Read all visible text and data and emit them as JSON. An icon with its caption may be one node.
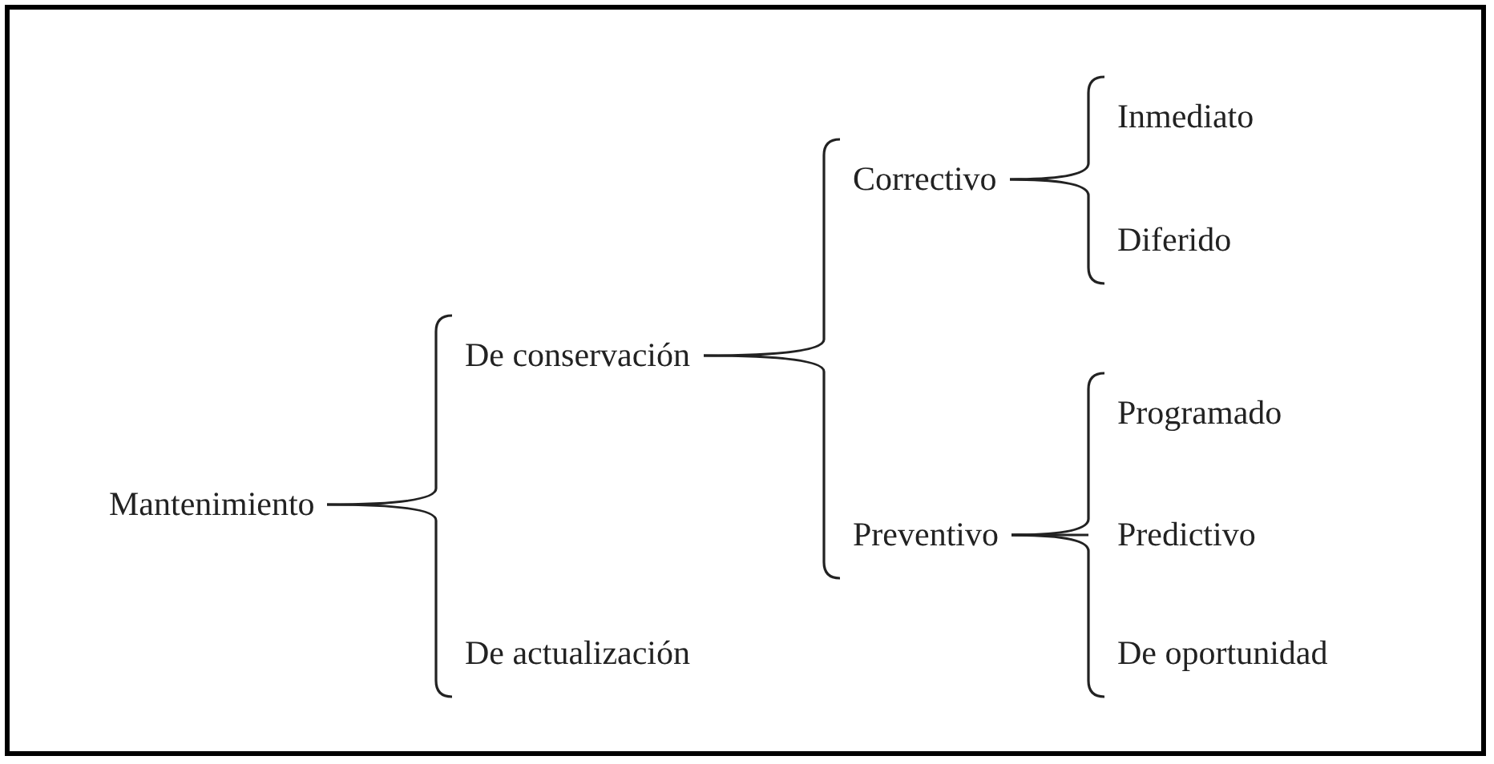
{
  "diagram": {
    "nodes": [
      {
        "text": [
          "Mantenimiento"
        ]
      },
      {
        "text": [
          "De conservación"
        ]
      },
      {
        "text": [
          "De actualización"
        ]
      },
      {
        "text": [
          "Correctivo"
        ]
      },
      {
        "text": [
          "Preventivo"
        ]
      },
      {
        "text": [
          "Inmediato"
        ]
      },
      {
        "text": [
          "Diferido"
        ]
      },
      {
        "text": [
          "Programado"
        ]
      },
      {
        "text": [
          "Predictivo"
        ]
      },
      {
        "text": [
          "De oportunidad"
        ]
      }
    ],
    "edges": [
      {
        "from": 0,
        "to": 1,
        "arrow": "none"
      },
      {
        "from": 0,
        "to": 2,
        "arrow": "none"
      },
      {
        "from": 1,
        "to": 3,
        "arrow": "none"
      },
      {
        "from": 1,
        "to": 4,
        "arrow": "none"
      },
      {
        "from": 3,
        "to": 5,
        "arrow": "none"
      },
      {
        "from": 3,
        "to": 6,
        "arrow": "none"
      },
      {
        "from": 4,
        "to": 7,
        "arrow": "none"
      },
      {
        "from": 4,
        "to": 8,
        "arrow": "none"
      },
      {
        "from": 4,
        "to": 9,
        "arrow": "none"
      }
    ]
  }
}
